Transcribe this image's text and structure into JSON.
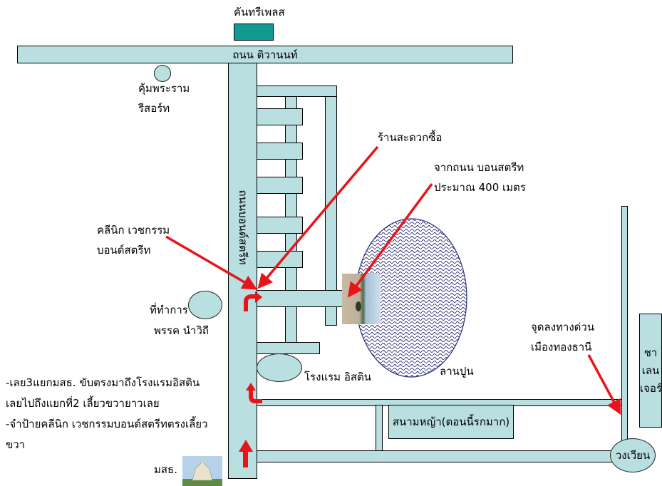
{
  "map": {
    "landmarks": {
      "khanthari_place": "คันทรีเพลส",
      "khum_phra_ram": [
        "คุ้มพระราม",
        "รีสอร์ท"
      ],
      "convenience_store": "ร้านสะดวกซื้อ",
      "distance_note": [
        "จากถนน บอนสตรีท",
        "ประมาณ 400 เมตร"
      ],
      "clinic": [
        "คลีนิก เวชกรรม",
        "บอนด์สตรีท"
      ],
      "party_office": [
        "ที่ทำการ",
        "พรรค นำวิถี"
      ],
      "hotel": "โรงแรม อิสติน",
      "lanpoon": "ลานปูน",
      "expressway_exit": [
        "จุดลงทางด่วน",
        "เมืองทองธานี"
      ],
      "challenger": [
        "ชา",
        "เลน",
        "เจอร์"
      ],
      "grass_field": "สนามหญ้า(ตอนนี้รกมาก)",
      "roundabout": "วงเวียน",
      "stou": "มสธ."
    },
    "roads": {
      "tiwanon": "ถนน ติวานนท์",
      "bond_street": "ถนนบอนด์สตรีท"
    },
    "directions": [
      "-เลย3แยกมสธ. ขับตรงมาถึงโรงแรมอิสติน",
      "เลยไปถึงแยกที่2 เลี้ยวขวายาวเลย",
      "-จำป้ายคลีนิก เวชกรรมบอนด์สตรีทตรงเลี้ยว",
      "ขวา"
    ],
    "colors": {
      "road": "#b9dfe0",
      "building": "#129a91",
      "arrow": "#e8141a"
    }
  }
}
